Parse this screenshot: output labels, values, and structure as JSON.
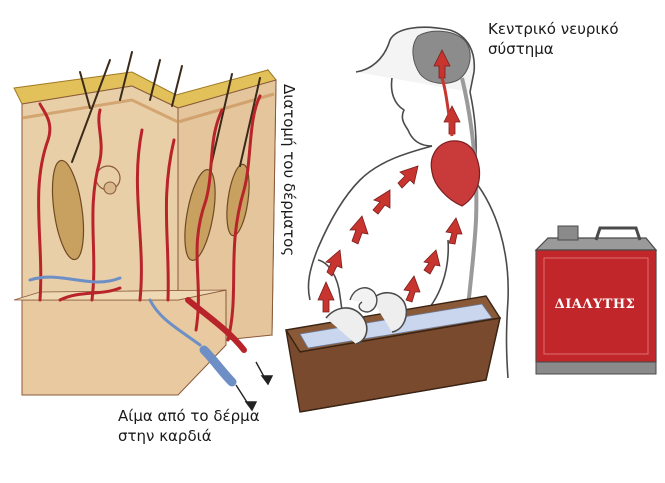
{
  "labels": {
    "cns": "Κεντρικό νευρικό σύστημα",
    "skin_section": "Διατομή του δέρματος",
    "blood": "Αίμα από το δέρμα στην καρδιά",
    "solvent_can": "ΔΙΑΛΥΤΗΣ"
  },
  "colors": {
    "skin_surface": "#e2c05a",
    "skin_body": "#e9cfa8",
    "vessel_red": "#b8242a",
    "vessel_blue": "#6d8fc6",
    "arrow_red": "#c8342e",
    "heart": "#c93a3a",
    "brain": "#8c8c8c",
    "tray": "#7a4a2e",
    "liquid": "#c9d6ee",
    "can_red": "#c0262a",
    "can_grey": "#8a8a8a"
  }
}
